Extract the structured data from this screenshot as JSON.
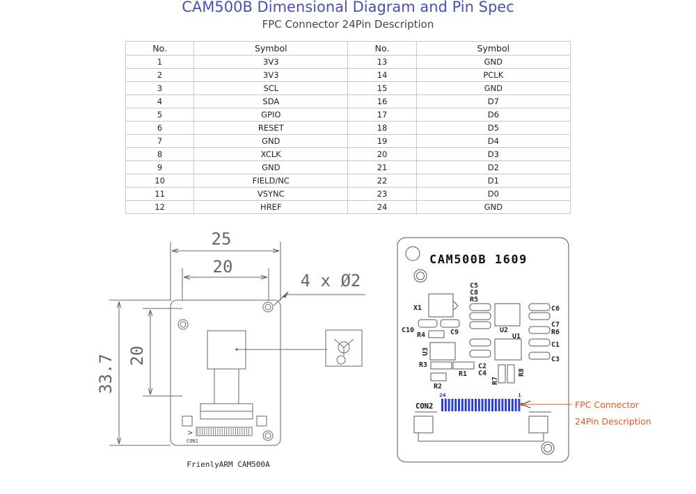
{
  "header": {
    "title": "CAM500B Dimensional Diagram and Pin Spec",
    "subtitle": "FPC Connector 24Pin Description"
  },
  "pin_table": {
    "headers": [
      "No.",
      "Symbol",
      "No.",
      "Symbol"
    ],
    "rows": [
      [
        "1",
        "3V3",
        "13",
        "GND"
      ],
      [
        "2",
        "3V3",
        "14",
        "PCLK"
      ],
      [
        "3",
        "SCL",
        "15",
        "GND"
      ],
      [
        "4",
        "SDA",
        "16",
        "D7"
      ],
      [
        "5",
        "GPIO",
        "17",
        "D6"
      ],
      [
        "6",
        "RESET",
        "18",
        "D5"
      ],
      [
        "7",
        "GND",
        "19",
        "D4"
      ],
      [
        "8",
        "XCLK",
        "20",
        "D3"
      ],
      [
        "9",
        "GND",
        "21",
        "D2"
      ],
      [
        "10",
        "FIELD/NC",
        "22",
        "D1"
      ],
      [
        "11",
        "VSYNC",
        "23",
        "D0"
      ],
      [
        "12",
        "HREF",
        "24",
        "GND"
      ]
    ]
  },
  "left_drawing": {
    "dim_width_outer": "25",
    "dim_width_inner": "20",
    "dim_holes": "4 x Ø2",
    "dim_height_outer": "33.7",
    "dim_height_inner": "20",
    "connector_label": "CON1",
    "board_caption": "FrienlyARM CAM500A"
  },
  "right_drawing": {
    "board_name": "CAM500B 1609",
    "components": {
      "x1": "X1",
      "c5": "C5",
      "c8": "C8",
      "r5": "R5",
      "c6": "C6",
      "c10": "C10",
      "c9": "C9",
      "c7": "C7",
      "r6": "R6",
      "r4": "R4",
      "u2": "U2",
      "u1": "U1",
      "c1": "C1",
      "c3": "C3",
      "u3": "U3",
      "r3": "R3",
      "r1": "R1",
      "c2": "C2",
      "c4": "C4",
      "r7": "R7",
      "r8": "R8",
      "r2": "R2"
    },
    "connector_label": "CON2",
    "pin_first": "24",
    "pin_last": "1",
    "callout_line1": "FPC Connector",
    "callout_line2": "24Pin Description"
  },
  "colors": {
    "title": "#4650b4",
    "callout": "#e8581c",
    "connector_pins": "#2a3fd0",
    "drawing_line": "#666666"
  }
}
